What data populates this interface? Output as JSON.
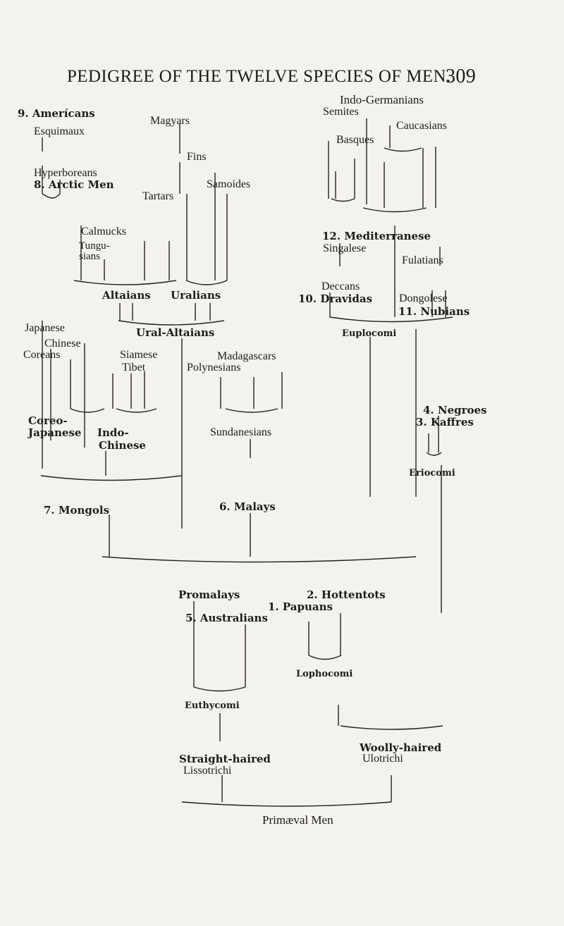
{
  "page": {
    "running_title": "PEDIGREE OF THE TWELVE SPECIES OF MEN.",
    "page_number": "309"
  },
  "tree": {
    "americans": "9. Amerícans",
    "esquimaux": "Esquimaux",
    "magyars": "Magyars",
    "fins": "Fins",
    "hyperboreans": "Hyperboreans",
    "arctic_men": "8. Arctic Men",
    "tartars": "Tartars",
    "samoides": "Samoides",
    "calmucks": "Calmucks",
    "tungu": "Tungu-",
    "sians": "sians",
    "altaians": "Altaians",
    "uralians": "Uralians",
    "indo_germanians": "Indo-Germanians",
    "semites": "Semites",
    "caucasians": "Caucasians",
    "basques": "Basques",
    "mediterranese": "12. Mediterranese",
    "singalese": "Singalese",
    "fulatians": "Fulatians",
    "deccans": "Deccans",
    "dravidas": "10. Dravidas",
    "dongolese": "Dongolese",
    "nubians": "11. Nubians",
    "japanese": "Japanese",
    "ural_altaians": "Ural-Altaians",
    "euplocomi": "Euplocomi",
    "chinese": "Chinese",
    "coreans": "Coreans",
    "siamese": "Siamese",
    "tibet": "Tibet",
    "madagascars": "Madagascars",
    "polynesians": "Polynesians",
    "negroes": "4. Negroes",
    "kaffres": "3. Kaffres",
    "coreo_japanese_1": "Coreo-",
    "coreo_japanese_2": "Japanese",
    "indo_chinese_1": "Indo-",
    "indo_chinese_2": "Chinese",
    "sundanesians": "Sundanesians",
    "eriocomi": "Eriocomi",
    "malays": "6. Malays",
    "mongols": "7. Mongols",
    "promalays": "Promalays",
    "hottentots": "2. Hottentots",
    "papuans": "1. Papuans",
    "australians": "5. Australians",
    "lophocomi": "Lophocomi",
    "euthycomi": "Euthycomi",
    "woolly_haired": "Woolly-haired",
    "ulotrichi": "Ulotrichi",
    "straight_haired": "Straight-haired",
    "lissotrichi": "Lissotrichi",
    "primaeval_men": "Primæval Men"
  }
}
